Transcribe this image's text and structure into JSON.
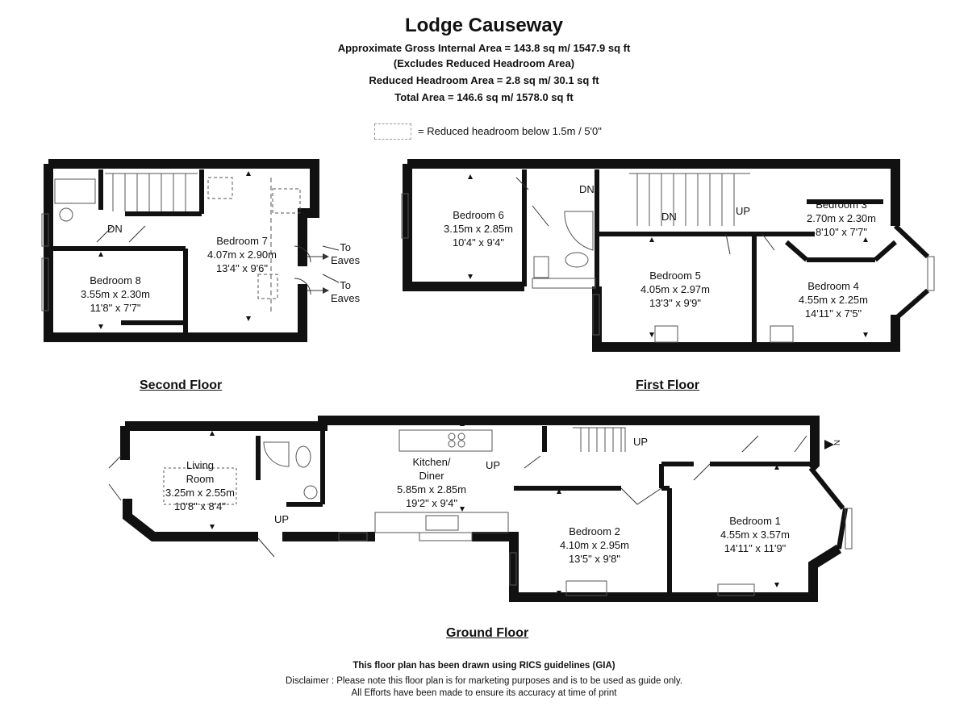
{
  "header": {
    "title": "Lodge Causeway",
    "line1": "Approximate Gross Internal Area = 143.8 sq m/ 1547.9 sq ft",
    "line2": "(Excludes Reduced Headroom Area)",
    "line3": "Reduced Headroom Area = 2.8 sq m/ 30.1 sq ft",
    "line4": "Total Area = 146.6 sq m/ 1578.0 sq ft"
  },
  "legend": {
    "text": "= Reduced headroom below 1.5m / 5'0\""
  },
  "floors": {
    "second": {
      "label": "Second Floor",
      "bedroom7": {
        "name": "Bedroom 7",
        "metric": "4.07m x 2.90m",
        "imperial": "13'4\" x 9'6\""
      },
      "bedroom8": {
        "name": "Bedroom 8",
        "metric": "3.55m x 2.30m",
        "imperial": "11'8\" x 7'7\""
      },
      "dn": "DN",
      "eaves1": [
        "To",
        "Eaves"
      ],
      "eaves2": [
        "To",
        "Eaves"
      ]
    },
    "first": {
      "label": "First Floor",
      "bedroom6": {
        "name": "Bedroom 6",
        "metric": "3.15m x 2.85m",
        "imperial": "10'4\" x 9'4\""
      },
      "bedroom5": {
        "name": "Bedroom 5",
        "metric": "4.05m x 2.97m",
        "imperial": "13'3\" x 9'9\""
      },
      "bedroom3": {
        "name": "Bedroom 3",
        "metric": "2.70m x 2.30m",
        "imperial": "8'10\" x 7'7\""
      },
      "bedroom4": {
        "name": "Bedroom 4",
        "metric": "4.55m x 2.25m",
        "imperial": "14'11\" x 7'5\""
      },
      "dn1": "DN",
      "dn2": "DN",
      "up": "UP"
    },
    "ground": {
      "label": "Ground Floor",
      "living": {
        "name1": "Living",
        "name2": "Room",
        "metric": "3.25m x 2.55m",
        "imperial": "10'8\" x 8'4\""
      },
      "kitchen": {
        "name1": "Kitchen/",
        "name2": "Diner",
        "metric": "5.85m x 2.85m",
        "imperial": "19'2\" x 9'4\""
      },
      "bedroom2": {
        "name": "Bedroom 2",
        "metric": "4.10m x 2.95m",
        "imperial": "13'5\" x 9'8\""
      },
      "bedroom1": {
        "name": "Bedroom 1",
        "metric": "4.55m x 3.57m",
        "imperial": "14'11\" x 11'9\""
      },
      "up1": "UP",
      "up2": "UP",
      "up3": "UP",
      "north": "N"
    }
  },
  "footer": {
    "rics": "This floor plan has been drawn using RICS guidelines (GIA)",
    "disclaimer": "Disclaimer : Please note this floor plan is for marketing purposes and is to be used as guide only.",
    "efforts": "All Efforts have been made to ensure its accuracy at time of print"
  },
  "colors": {
    "wall": "#111111",
    "line": "#555555",
    "text": "#111111"
  }
}
